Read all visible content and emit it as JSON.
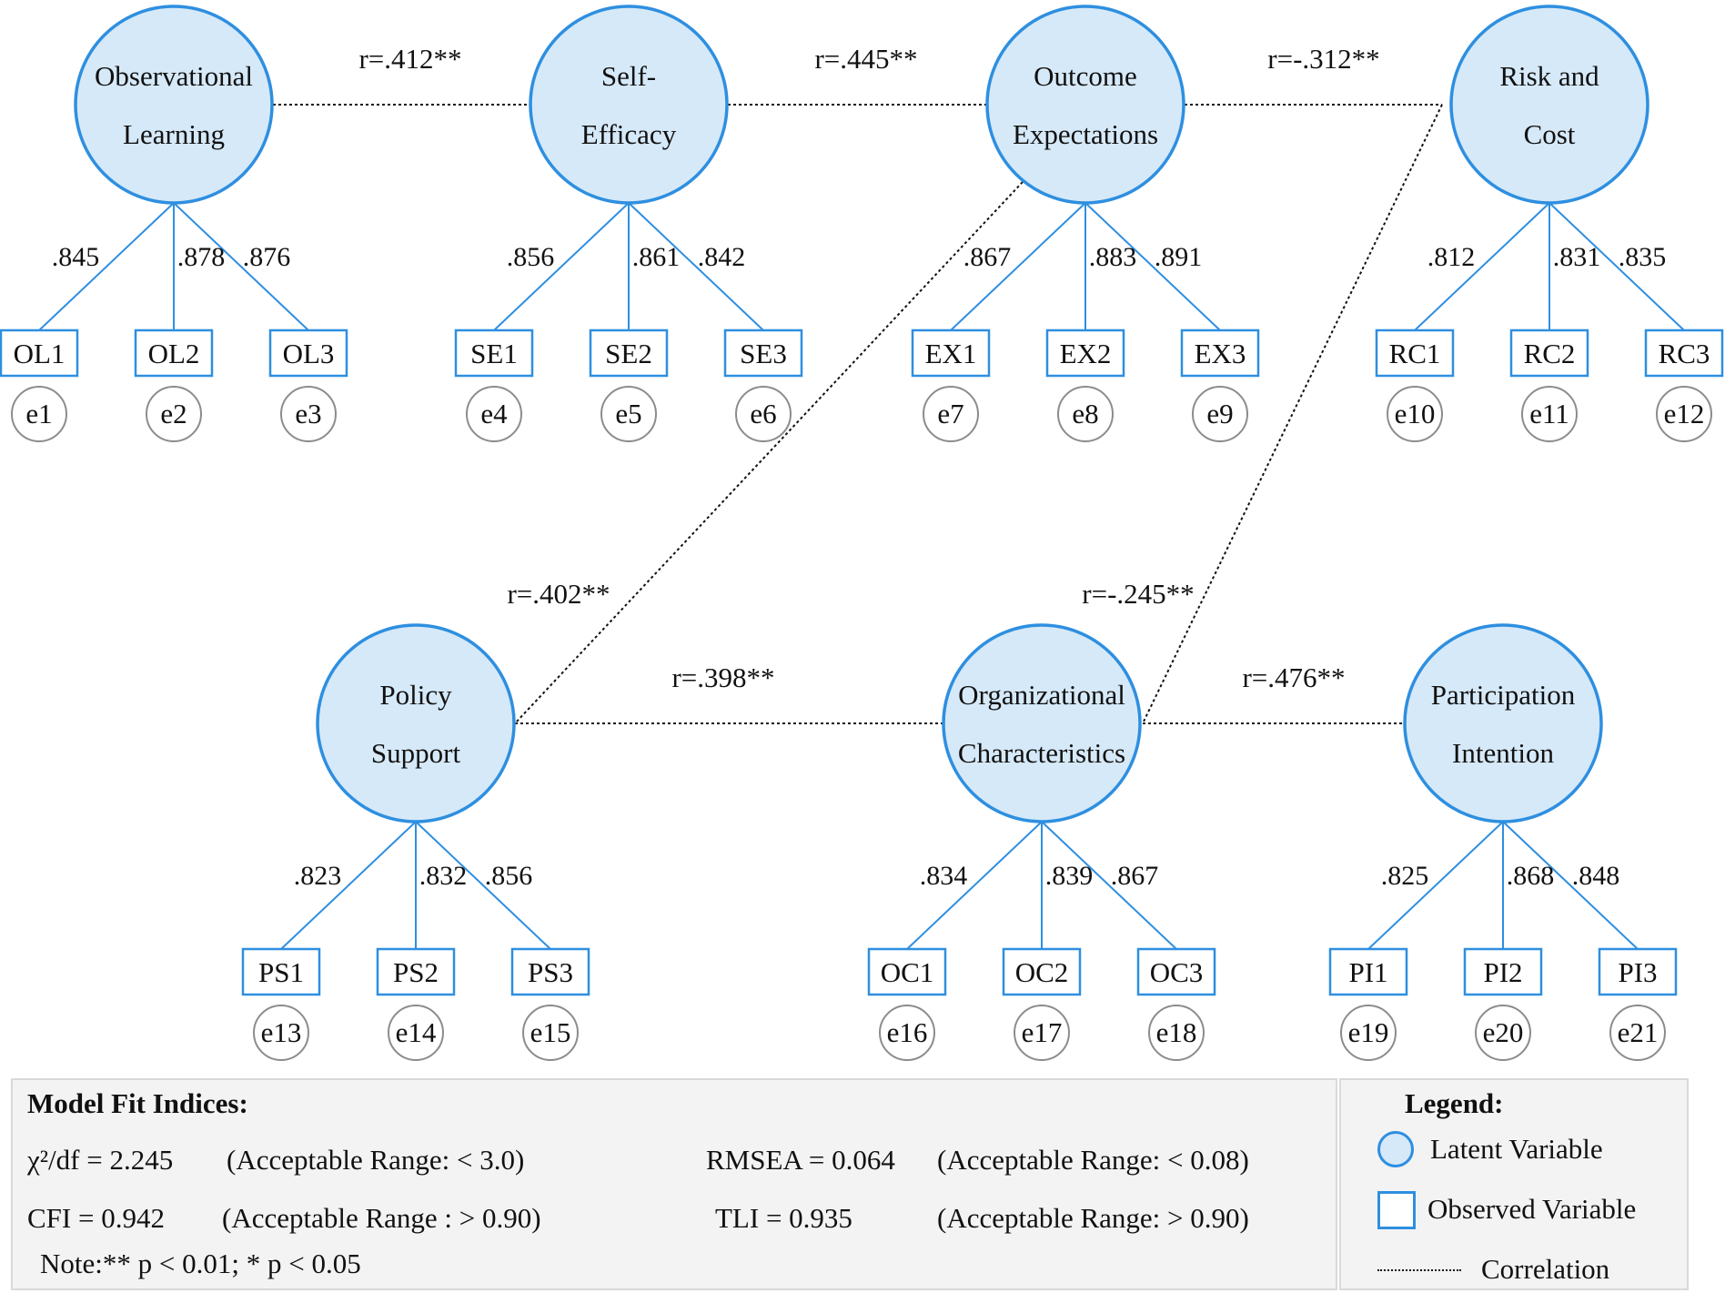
{
  "latent_variables": [
    {
      "id": "ol",
      "lines": [
        "Observational",
        "Learning"
      ]
    },
    {
      "id": "se",
      "lines": [
        "Self-",
        "Efficacy"
      ]
    },
    {
      "id": "ex",
      "lines": [
        "Outcome",
        "Expectations"
      ]
    },
    {
      "id": "rc",
      "lines": [
        "Risk and",
        "Cost"
      ]
    },
    {
      "id": "ps",
      "lines": [
        "Policy",
        "Support"
      ]
    },
    {
      "id": "oc",
      "lines": [
        "Organizational",
        "Characteristics"
      ]
    },
    {
      "id": "pi",
      "lines": [
        "Participation",
        "Intention"
      ]
    }
  ],
  "indicators": [
    {
      "latent": "ol",
      "items": [
        {
          "label": "OL1",
          "loading": ".845",
          "error": "e1"
        },
        {
          "label": "OL2",
          "loading": ".878",
          "error": "e2"
        },
        {
          "label": "OL3",
          "loading": ".876",
          "error": "e3"
        }
      ]
    },
    {
      "latent": "se",
      "items": [
        {
          "label": "SE1",
          "loading": ".856",
          "error": "e4"
        },
        {
          "label": "SE2",
          "loading": ".861",
          "error": "e5"
        },
        {
          "label": "SE3",
          "loading": ".842",
          "error": "e6"
        }
      ]
    },
    {
      "latent": "ex",
      "items": [
        {
          "label": "EX1",
          "loading": ".867",
          "error": "e7"
        },
        {
          "label": "EX2",
          "loading": ".883",
          "error": "e8"
        },
        {
          "label": "EX3",
          "loading": ".891",
          "error": "e9"
        }
      ]
    },
    {
      "latent": "rc",
      "items": [
        {
          "label": "RC1",
          "loading": ".812",
          "error": "e10"
        },
        {
          "label": "RC2",
          "loading": ".831",
          "error": "e11"
        },
        {
          "label": "RC3",
          "loading": ".835",
          "error": "e12"
        }
      ]
    },
    {
      "latent": "ps",
      "items": [
        {
          "label": "PS1",
          "loading": ".823",
          "error": "e13"
        },
        {
          "label": "PS2",
          "loading": ".832",
          "error": "e14"
        },
        {
          "label": "PS3",
          "loading": ".856",
          "error": "e15"
        }
      ]
    },
    {
      "latent": "oc",
      "items": [
        {
          "label": "OC1",
          "loading": ".834",
          "error": "e16"
        },
        {
          "label": "OC2",
          "loading": ".839",
          "error": "e17"
        },
        {
          "label": "OC3",
          "loading": ".867",
          "error": "e18"
        }
      ]
    },
    {
      "latent": "pi",
      "items": [
        {
          "label": "PI1",
          "loading": ".825",
          "error": "e19"
        },
        {
          "label": "PI2",
          "loading": ".868",
          "error": "e20"
        },
        {
          "label": "PI3",
          "loading": ".848",
          "error": "e21"
        }
      ]
    }
  ],
  "correlations": [
    {
      "from": "ol",
      "to": "se",
      "label": "r=.412**"
    },
    {
      "from": "se",
      "to": "ex",
      "label": "r=.445**"
    },
    {
      "from": "ex",
      "to": "rc",
      "label": "r=-.312**"
    },
    {
      "from": "ex",
      "to": "ps",
      "label": "r=.402**"
    },
    {
      "from": "rc",
      "to": "oc",
      "label": "r=-.245**"
    },
    {
      "from": "ps",
      "to": "oc",
      "label": "r=.398**"
    },
    {
      "from": "oc",
      "to": "pi",
      "label": "r=.476**"
    }
  ],
  "fit": {
    "title": "Model Fit Indices:",
    "chi": "χ²/df = 2.245",
    "chi_range": "(Acceptable Range: < 3.0)",
    "rmsea": "RMSEA = 0.064",
    "rmsea_range": "(Acceptable Range: < 0.08)",
    "cfi": "CFI = 0.942",
    "cfi_range": "(Acceptable Range : > 0.90)",
    "tli": "TLI = 0.935",
    "tli_range": "(Acceptable Range: > 0.90)",
    "note": "Note:** p <  0.01; * p <  0.05"
  },
  "legend": {
    "title": "Legend:",
    "latent": "Latent Variable",
    "observed": "Observed Variable",
    "correlation": "Correlation"
  }
}
